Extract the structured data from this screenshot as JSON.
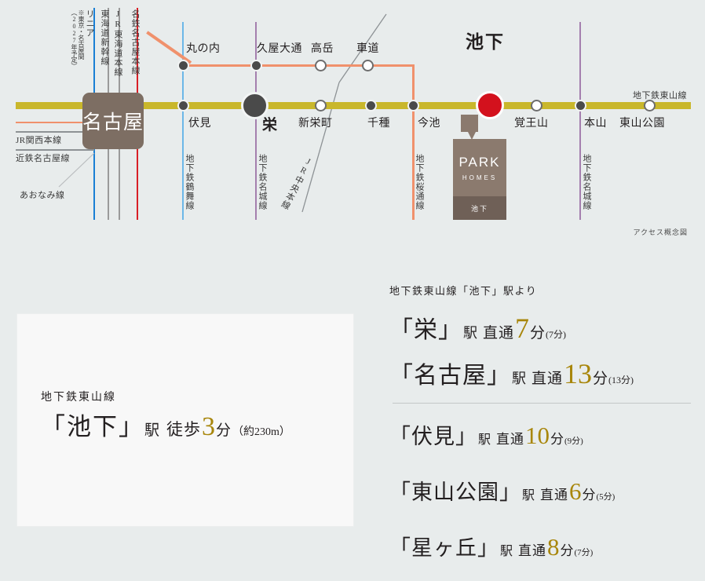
{
  "map": {
    "caption": "アクセス概念図",
    "hub_station": "名古屋",
    "property_label": "池下",
    "logo": {
      "brand": "PARK",
      "sub": "HOMES",
      "location": "池下"
    },
    "line_labels_vertical": [
      {
        "name": "名鉄名古屋本線",
        "color": "#d81f26"
      },
      {
        "name": "JR東海道本線",
        "color": "#9a9a9a"
      },
      {
        "name": "東海道新幹線",
        "color": "#9a9a9a"
      },
      {
        "name": "リニア",
        "color": "#1a7fd4"
      },
      {
        "name": "※東京・名古屋間",
        "color": "#1a7fd4"
      },
      {
        "name": "（2027年予定）",
        "color": "#1a7fd4"
      },
      {
        "name": "地下鉄鶴舞線",
        "color": "#6cb7e8"
      },
      {
        "name": "地下鉄名城線",
        "color": "#a47fae"
      },
      {
        "name": "JR中央本線",
        "color": "#8d9295"
      },
      {
        "name": "地下鉄桜通線",
        "color": "#f0916c"
      },
      {
        "name": "地下鉄名城線",
        "color": "#a47fae"
      }
    ],
    "line_labels_horizontal": [
      {
        "name": "JR関西本線"
      },
      {
        "name": "近鉄名古屋線"
      },
      {
        "name": "あおなみ線"
      },
      {
        "name": "地下鉄東山線"
      }
    ],
    "higashiyama_stations": [
      {
        "name": "伏見",
        "type": "transfer"
      },
      {
        "name": "栄",
        "type": "major"
      },
      {
        "name": "新栄町",
        "type": "normal"
      },
      {
        "name": "千種",
        "type": "transfer"
      },
      {
        "name": "今池",
        "type": "transfer"
      },
      {
        "name": "池下",
        "type": "property"
      },
      {
        "name": "覚王山",
        "type": "normal"
      },
      {
        "name": "本山",
        "type": "transfer"
      },
      {
        "name": "東山公園",
        "type": "normal"
      }
    ],
    "sakuradori_stations": [
      {
        "name": "丸の内",
        "type": "transfer"
      },
      {
        "name": "久屋大通",
        "type": "transfer"
      },
      {
        "name": "高岳",
        "type": "normal"
      },
      {
        "name": "車道",
        "type": "normal"
      }
    ],
    "colors": {
      "background": "#e8ecec",
      "higashiyama": "#c9b72b",
      "sakuradori": "#f0916c",
      "tsurumai": "#6cb7e8",
      "meijo": "#a47fae",
      "meitetsu": "#d81f26",
      "jr_gray": "#9a9a9a",
      "linear": "#1a7fd4",
      "property_red": "#d3111d",
      "brand_brown": "#7d6e63",
      "gold": "#a8860b"
    }
  },
  "walk_panel": {
    "line_name": "地下鉄東山線",
    "station": "「池下」",
    "eki": "駅",
    "mode": "徒歩",
    "minutes": "3",
    "unit": "分",
    "note": "（約230m）"
  },
  "access_panel": {
    "heading": "地下鉄東山線「池下」駅より",
    "direct_label": "直通",
    "eki": "駅",
    "unit": "分",
    "primary": [
      {
        "station": "「栄」",
        "minutes": "7",
        "sub": "(7分)"
      },
      {
        "station": "「名古屋」",
        "minutes": "13",
        "sub": "(13分)"
      }
    ],
    "secondary": [
      {
        "station": "「伏見」",
        "minutes": "10",
        "sub": "(9分)"
      },
      {
        "station": "「東山公園」",
        "minutes": "6",
        "sub": "(5分)"
      },
      {
        "station": "「星ヶ丘」",
        "minutes": "8",
        "sub": "(7分)"
      }
    ]
  }
}
